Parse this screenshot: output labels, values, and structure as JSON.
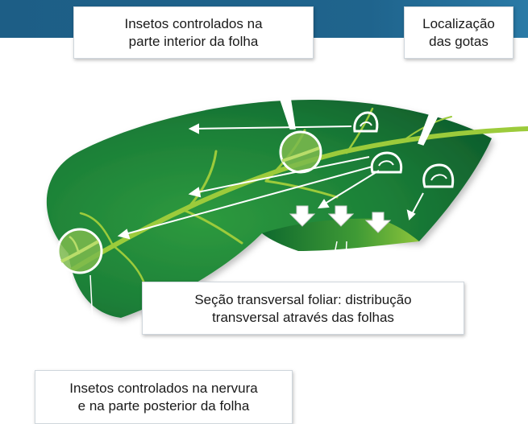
{
  "colors": {
    "header_band": "#1d5e86",
    "leaf_dark": "#17773a",
    "leaf_light": "#4aa63c",
    "vein": "#9ccb3b",
    "arrow": "#ffffff",
    "lens": "#7dba4e"
  },
  "icons": [
    "water-drop-icon",
    "down-arrow-icon",
    "magnifier-circle-icon"
  ],
  "callouts": {
    "interior": "Insetos controlados na\nparte interior da folha",
    "drops": "Localização\ndas gotas",
    "section": "Seção transversal foliar: distribução\ntransversal através das folhas",
    "vein": "Insetos controlados na nervura\ne na parte posterior da folha"
  }
}
